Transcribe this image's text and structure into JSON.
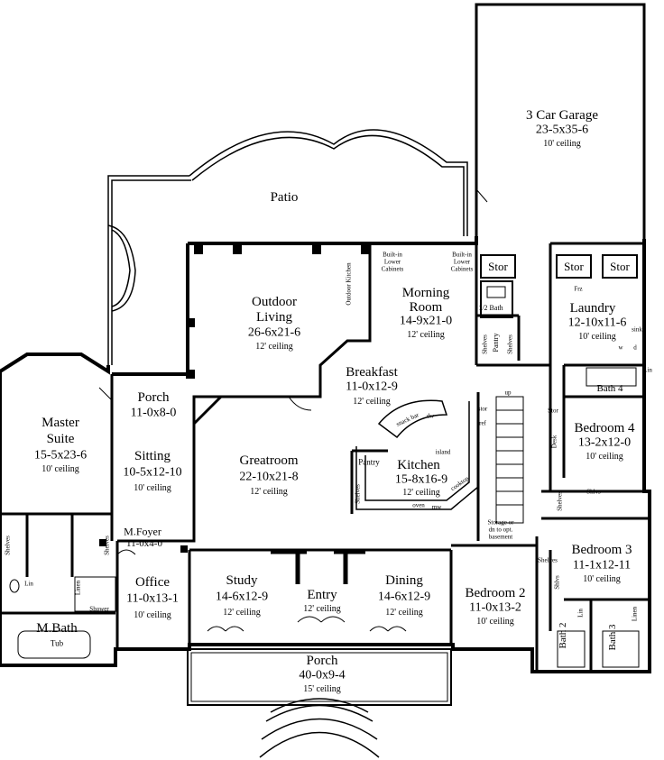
{
  "rooms": {
    "garage": {
      "name": "3 Car Garage",
      "dims": "23-5x35-6",
      "ceiling": "10' ceiling"
    },
    "patio": {
      "name": "Patio"
    },
    "outdoor_living": {
      "name1": "Outdoor",
      "name2": "Living",
      "dims": "26-6x21-6",
      "ceiling": "12' ceiling"
    },
    "morning_room": {
      "name1": "Morning",
      "name2": "Room",
      "dims": "14-9x21-0",
      "ceiling": "12' ceiling"
    },
    "breakfast": {
      "name": "Breakfast",
      "dims": "11-0x12-9",
      "ceiling": "12' ceiling"
    },
    "porch_side": {
      "name": "Porch",
      "dims": "11-0x8-0"
    },
    "master_suite": {
      "name1": "Master",
      "name2": "Suite",
      "dims": "15-5x23-6",
      "ceiling": "10' ceiling"
    },
    "sitting": {
      "name": "Sitting",
      "dims": "10-5x12-10",
      "ceiling": "10' ceiling"
    },
    "greatroom": {
      "name": "Greatroom",
      "dims": "22-10x21-8",
      "ceiling": "12' ceiling"
    },
    "kitchen": {
      "name": "Kitchen",
      "dims": "15-8x16-9",
      "ceiling": "12' ceiling"
    },
    "laundry": {
      "name": "Laundry",
      "dims": "12-10x11-6",
      "ceiling": "10' ceiling"
    },
    "bedroom4": {
      "name": "Bedroom 4",
      "dims": "13-2x12-0",
      "ceiling": "10' ceiling"
    },
    "bath4": {
      "name": "Bath 4"
    },
    "m_foyer": {
      "name": "M.Foyer",
      "dims": "11-0x4-0"
    },
    "office": {
      "name": "Office",
      "dims": "11-0x13-1",
      "ceiling": "10' ceiling"
    },
    "study": {
      "name": "Study",
      "dims": "14-6x12-9",
      "ceiling": "12' ceiling"
    },
    "entry": {
      "name": "Entry",
      "ceiling": "12' ceiling"
    },
    "dining": {
      "name": "Dining",
      "dims": "14-6x12-9",
      "ceiling": "12' ceiling"
    },
    "bedroom2": {
      "name": "Bedroom 2",
      "dims": "11-0x13-2",
      "ceiling": "10' ceiling"
    },
    "bedroom3": {
      "name": "Bedroom 3",
      "dims": "11-1x12-11",
      "ceiling": "10' ceiling"
    },
    "m_bath": {
      "name": "M.Bath"
    },
    "porch_front": {
      "name": "Porch",
      "dims": "40-0x9-4",
      "ceiling": "15' ceiling"
    },
    "bath2": {
      "name": "Bath 2"
    },
    "bath3": {
      "name": "Bath 3"
    }
  },
  "labels": {
    "stor": "Stor",
    "half_bath": "1/2 Bath",
    "pantry": "Pantry",
    "shelves": "Shelves",
    "shlvs": "Shlvs",
    "frz": "Frz",
    "lin": "Lin",
    "linen": "Linen",
    "sink": "sink",
    "w": "w",
    "d": "d",
    "desk": "Desk",
    "ref": "ref",
    "stor_lower": "stor",
    "up": "up",
    "storage": "Storage or",
    "storage2": "dn to opt.",
    "storage3": "basement",
    "snack_bar": "snack bar",
    "dw": "dw",
    "island": "island",
    "cooktop": "cooktop",
    "oven": "oven",
    "mw": "mw",
    "outdoor_kitchen": "Outdoor Kitchen",
    "builtin_left": [
      "Built-in",
      "Lower",
      "Cabinets"
    ],
    "builtin_right": [
      "Built-in",
      "Lower",
      "Cabinets"
    ],
    "shower": "Shower",
    "tub": "Tub"
  }
}
